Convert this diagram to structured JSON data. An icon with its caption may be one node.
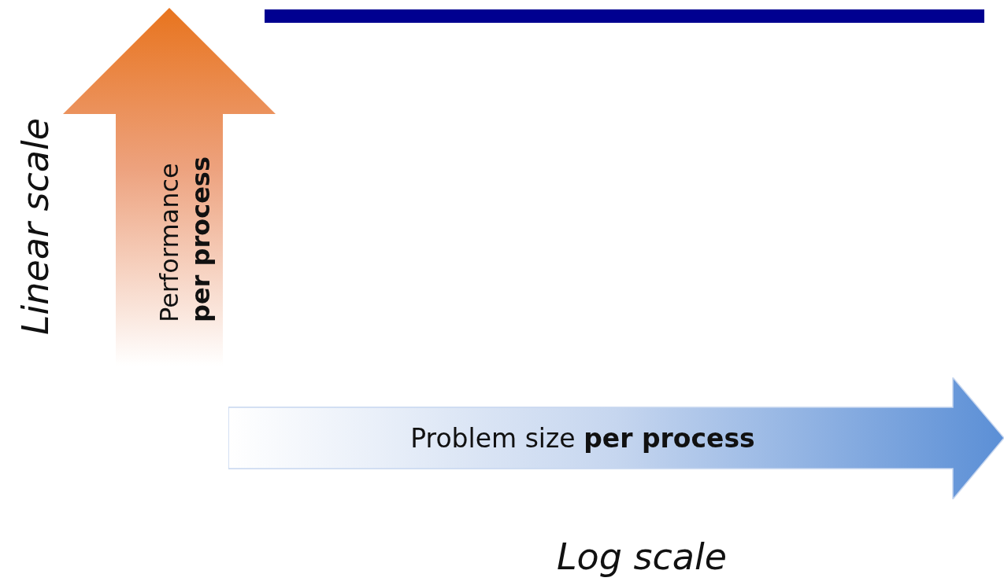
{
  "diagram": {
    "nodes": [
      {
        "text": [
          "Performance **per process**"
        ]
      },
      {
        "text": [
          "Problem size **per process**"
        ]
      },
      {
        "text": [],
        "shape": "bar"
      }
    ],
    "labels": [
      "Linear scale",
      "Log scale"
    ]
  }
}
